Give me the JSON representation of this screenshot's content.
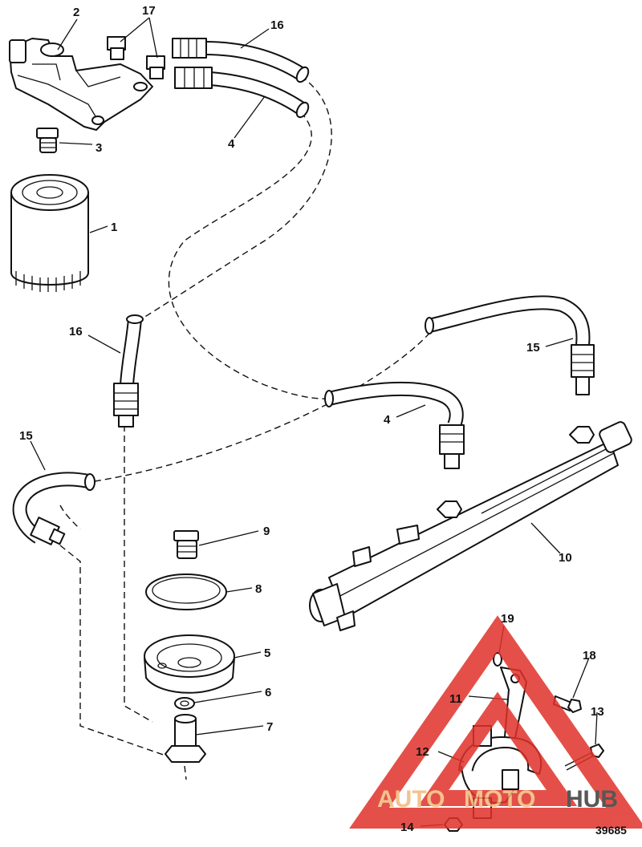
{
  "callouts": {
    "c1": "1",
    "c2": "2",
    "c3": "3",
    "c4a": "4",
    "c4b": "4",
    "c5": "5",
    "c6": "6",
    "c7": "7",
    "c8": "8",
    "c9": "9",
    "c10": "10",
    "c11": "11",
    "c12": "12",
    "c13": "13",
    "c14": "14",
    "c15a": "15",
    "c15b": "15",
    "c16a": "16",
    "c16b": "16",
    "c17": "17",
    "c18": "18",
    "c19": "19"
  },
  "figure_number": "39685",
  "watermark": {
    "part1": "AUTO",
    "part2": "MOTO",
    "part3": "HUB",
    "color_accent": "#f2b87a",
    "color_red": "#e0322a",
    "color_dark": "#3a3a3a"
  }
}
